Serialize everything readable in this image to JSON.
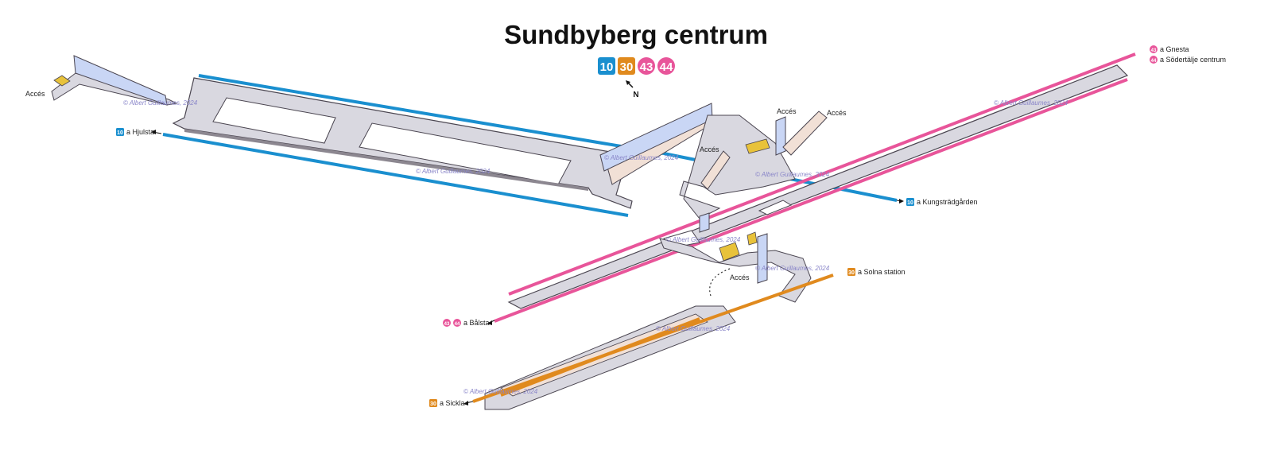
{
  "title": "Sundbyberg centrum",
  "lines": [
    {
      "id": "10",
      "color": "#1a8fcf"
    },
    {
      "id": "30",
      "color": "#e08a1e"
    },
    {
      "id": "43",
      "color": "#e8559a"
    },
    {
      "id": "44",
      "color": "#e8559a"
    }
  ],
  "compass": {
    "label": "N"
  },
  "access_label": "Accés",
  "watermark": "© Albert Guillaumes, 2024",
  "destinations": {
    "hjulsta": {
      "lines": [
        "10"
      ],
      "text": "a Hjulsta"
    },
    "kungstradgarden": {
      "lines": [
        "10"
      ],
      "text": "a Kungsträdgården"
    },
    "gnesta": {
      "lines": [
        "43"
      ],
      "text": "a Gnesta"
    },
    "sodertalje": {
      "lines": [
        "44"
      ],
      "text": "a Södertälje centrum"
    },
    "balsta": {
      "lines": [
        "43",
        "44"
      ],
      "text": "a Bålsta"
    },
    "solna": {
      "lines": [
        "30"
      ],
      "text": "a Solna station"
    },
    "sickla": {
      "lines": [
        "30"
      ],
      "text": "a Sickla"
    }
  },
  "colors": {
    "metro_blue": "#1a8fcf",
    "tram_orange": "#e08a1e",
    "commuter_pink": "#e8559a",
    "platform_fill": "#d9d8e0",
    "platform_edge": "#4a4550",
    "wall_blue": "#c9d6f5",
    "wall_beige": "#f1e0d6",
    "stairs_yellow": "#e8c23a"
  }
}
